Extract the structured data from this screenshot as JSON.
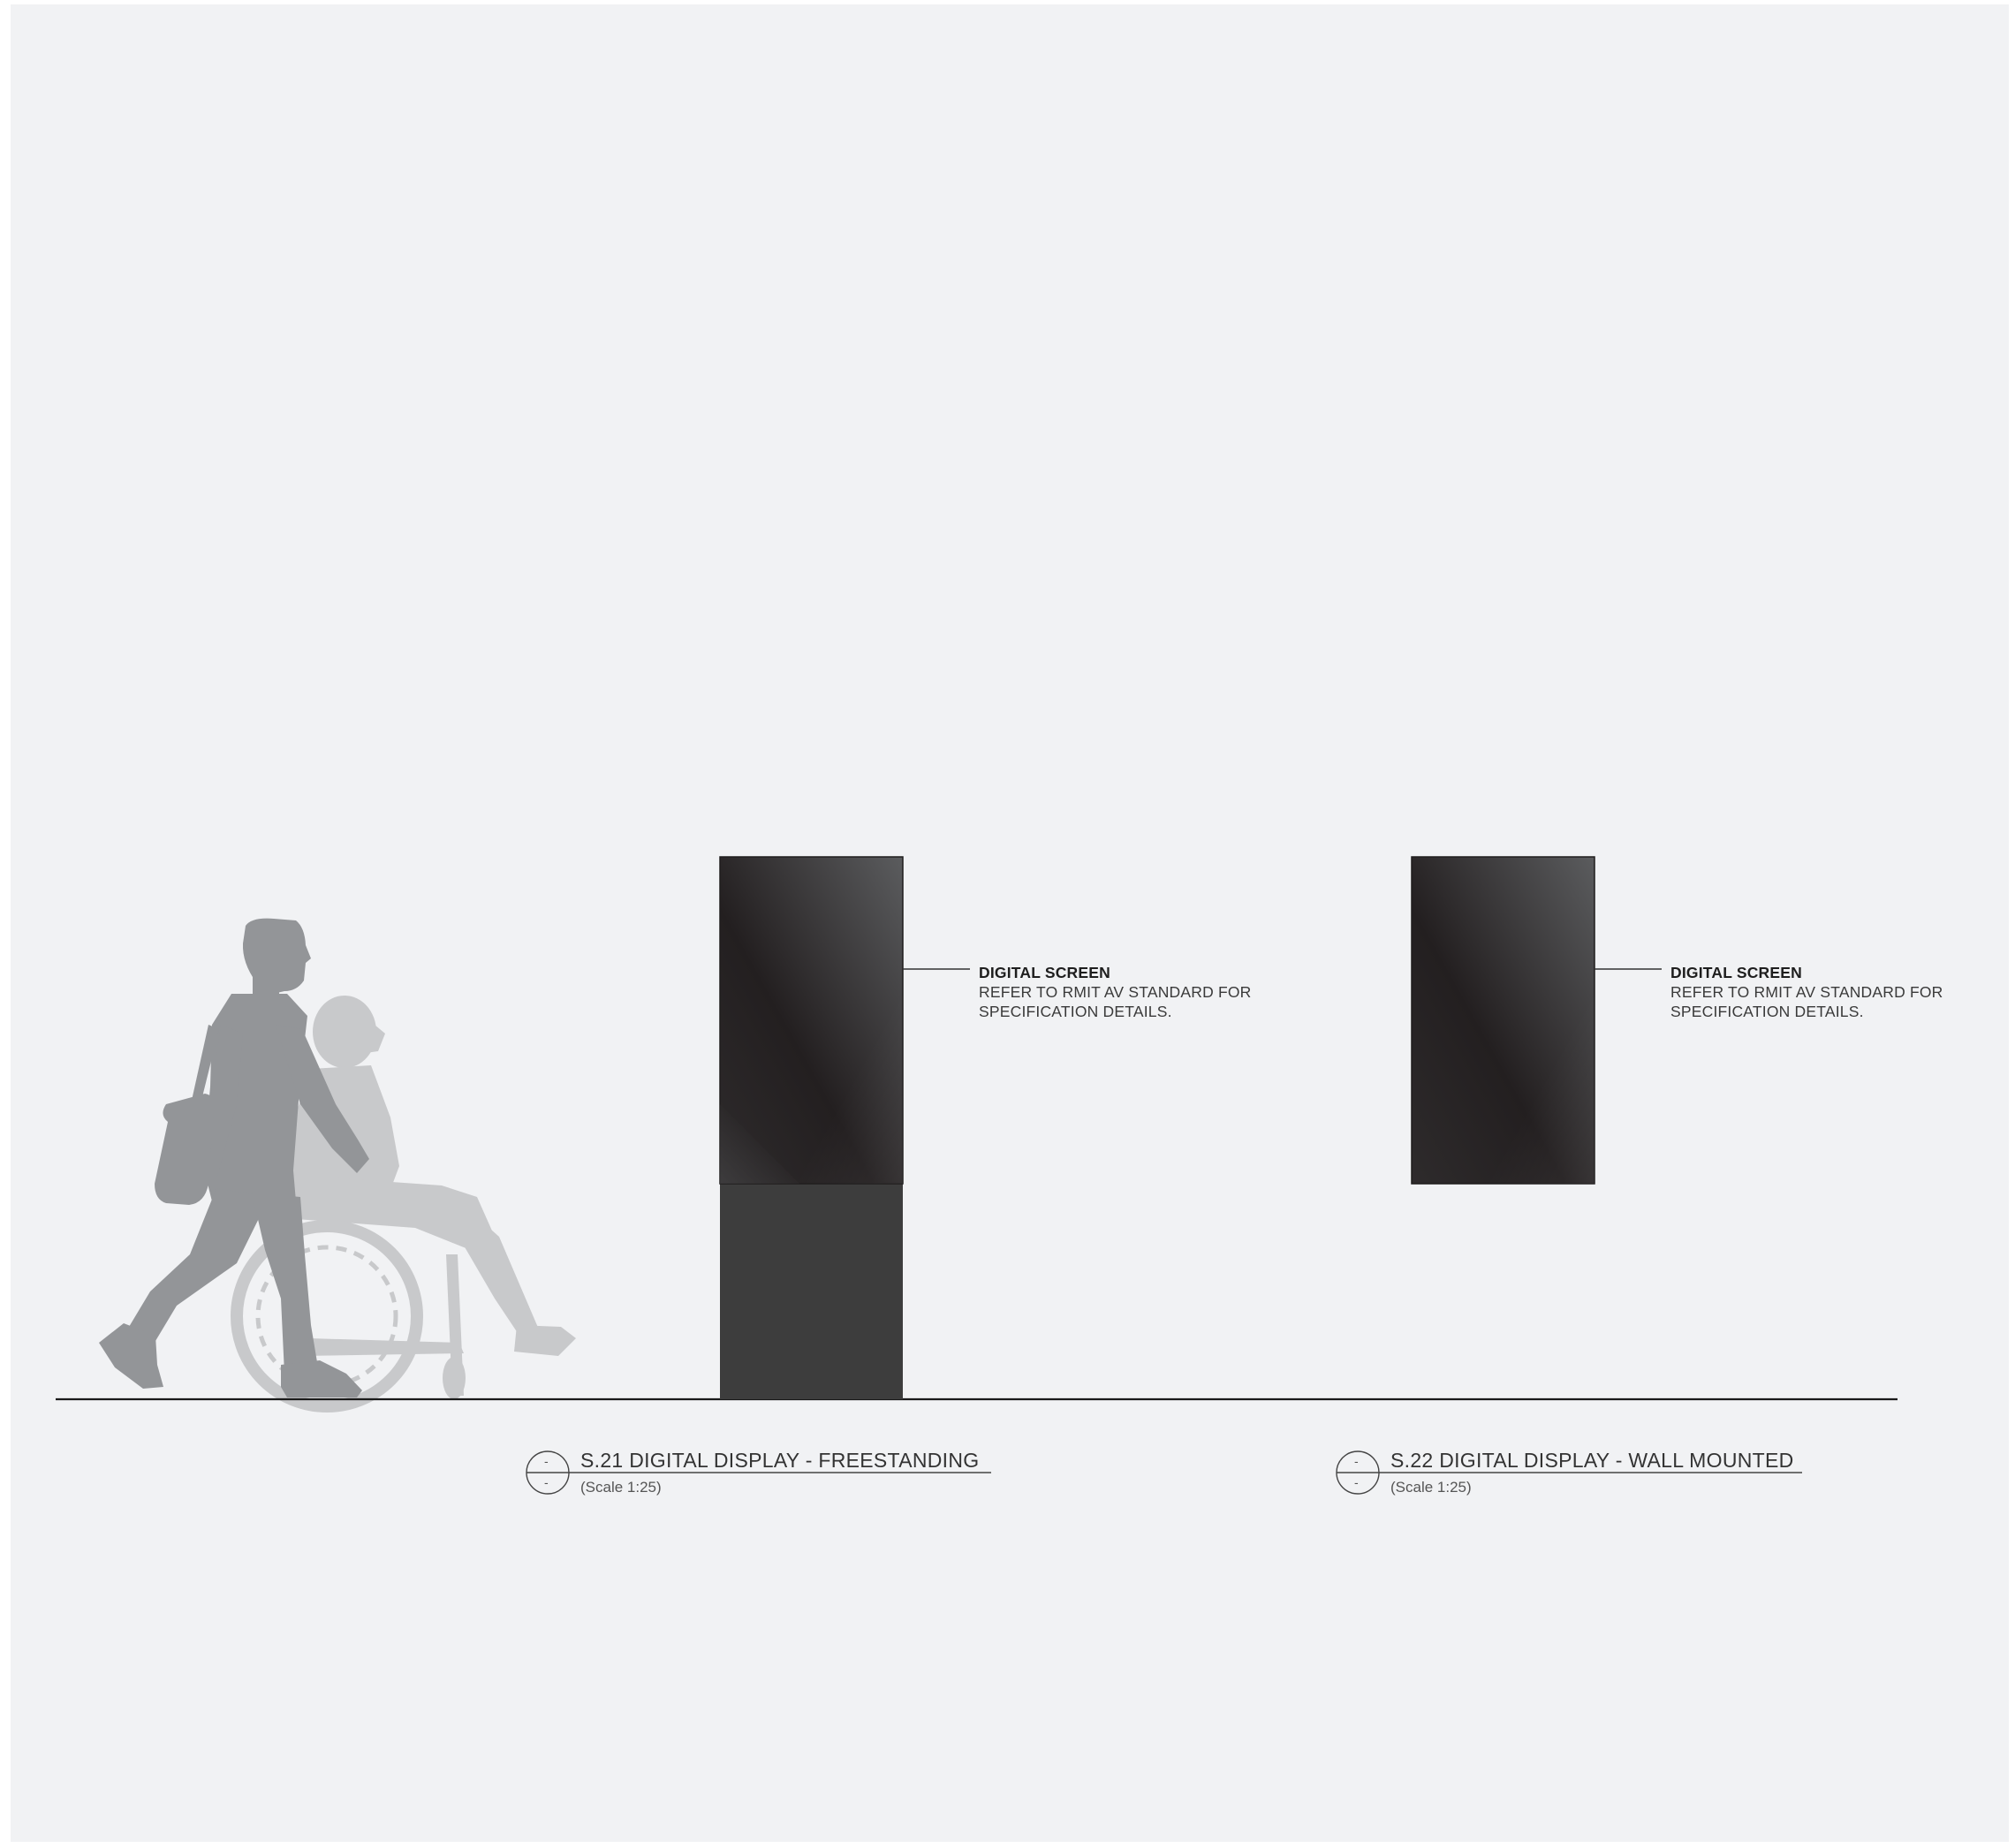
{
  "drawing": {
    "views": [
      {
        "id": "S21",
        "title": "S.21 DIGITAL DISPLAY - FREESTANDING",
        "scale": "(Scale 1:25)",
        "marker_top": "-",
        "marker_bottom": "-",
        "callout": {
          "title": "DIGITAL SCREEN",
          "line1": "REFER TO RMIT AV STANDARD FOR",
          "line2": "SPECIFICATION DETAILS."
        }
      },
      {
        "id": "S22",
        "title": "S.22 DIGITAL DISPLAY - WALL MOUNTED",
        "scale": "(Scale 1:25)",
        "marker_top": "-",
        "marker_bottom": "-",
        "callout": {
          "title": "DIGITAL SCREEN",
          "line1": "REFER TO RMIT AV STANDARD FOR",
          "line2": "SPECIFICATION DETAILS."
        }
      }
    ],
    "colors": {
      "background": "#f1f2f4",
      "screen_dark": "#231f20",
      "screen_light": "#58595b",
      "plinth": "#3d3d3d",
      "pedestrian": "#939598",
      "wheelchair_user": "#c8c9cb",
      "line": "#1a1a1a"
    },
    "figures": [
      "pedestrian-figure",
      "wheelchair-user-figure"
    ]
  }
}
